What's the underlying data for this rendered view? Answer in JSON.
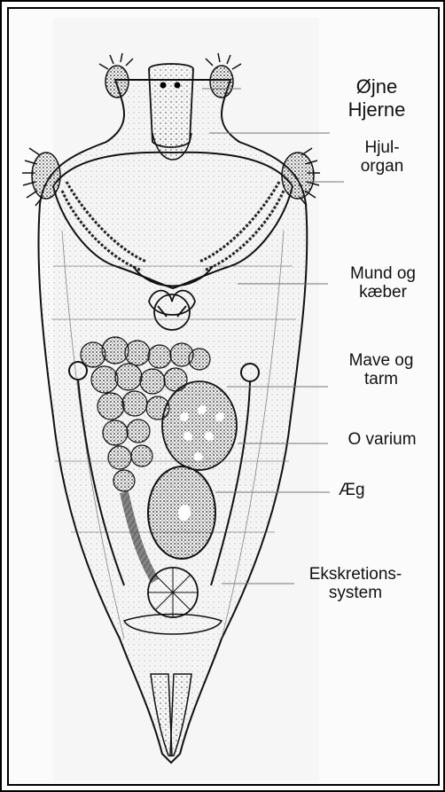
{
  "labels": {
    "eyes": "Øjne",
    "brain": "Hjerne",
    "wheel_organ_1": "Hjul-",
    "wheel_organ_2": "organ",
    "mouth_1": "Mund og",
    "mouth_2": "kæber",
    "stomach_1": "Mave og",
    "stomach_2": "tarm",
    "ovary": "O varium",
    "egg": "Æg",
    "excretory_1": "Ekskretions-",
    "excretory_2": "system"
  }
}
